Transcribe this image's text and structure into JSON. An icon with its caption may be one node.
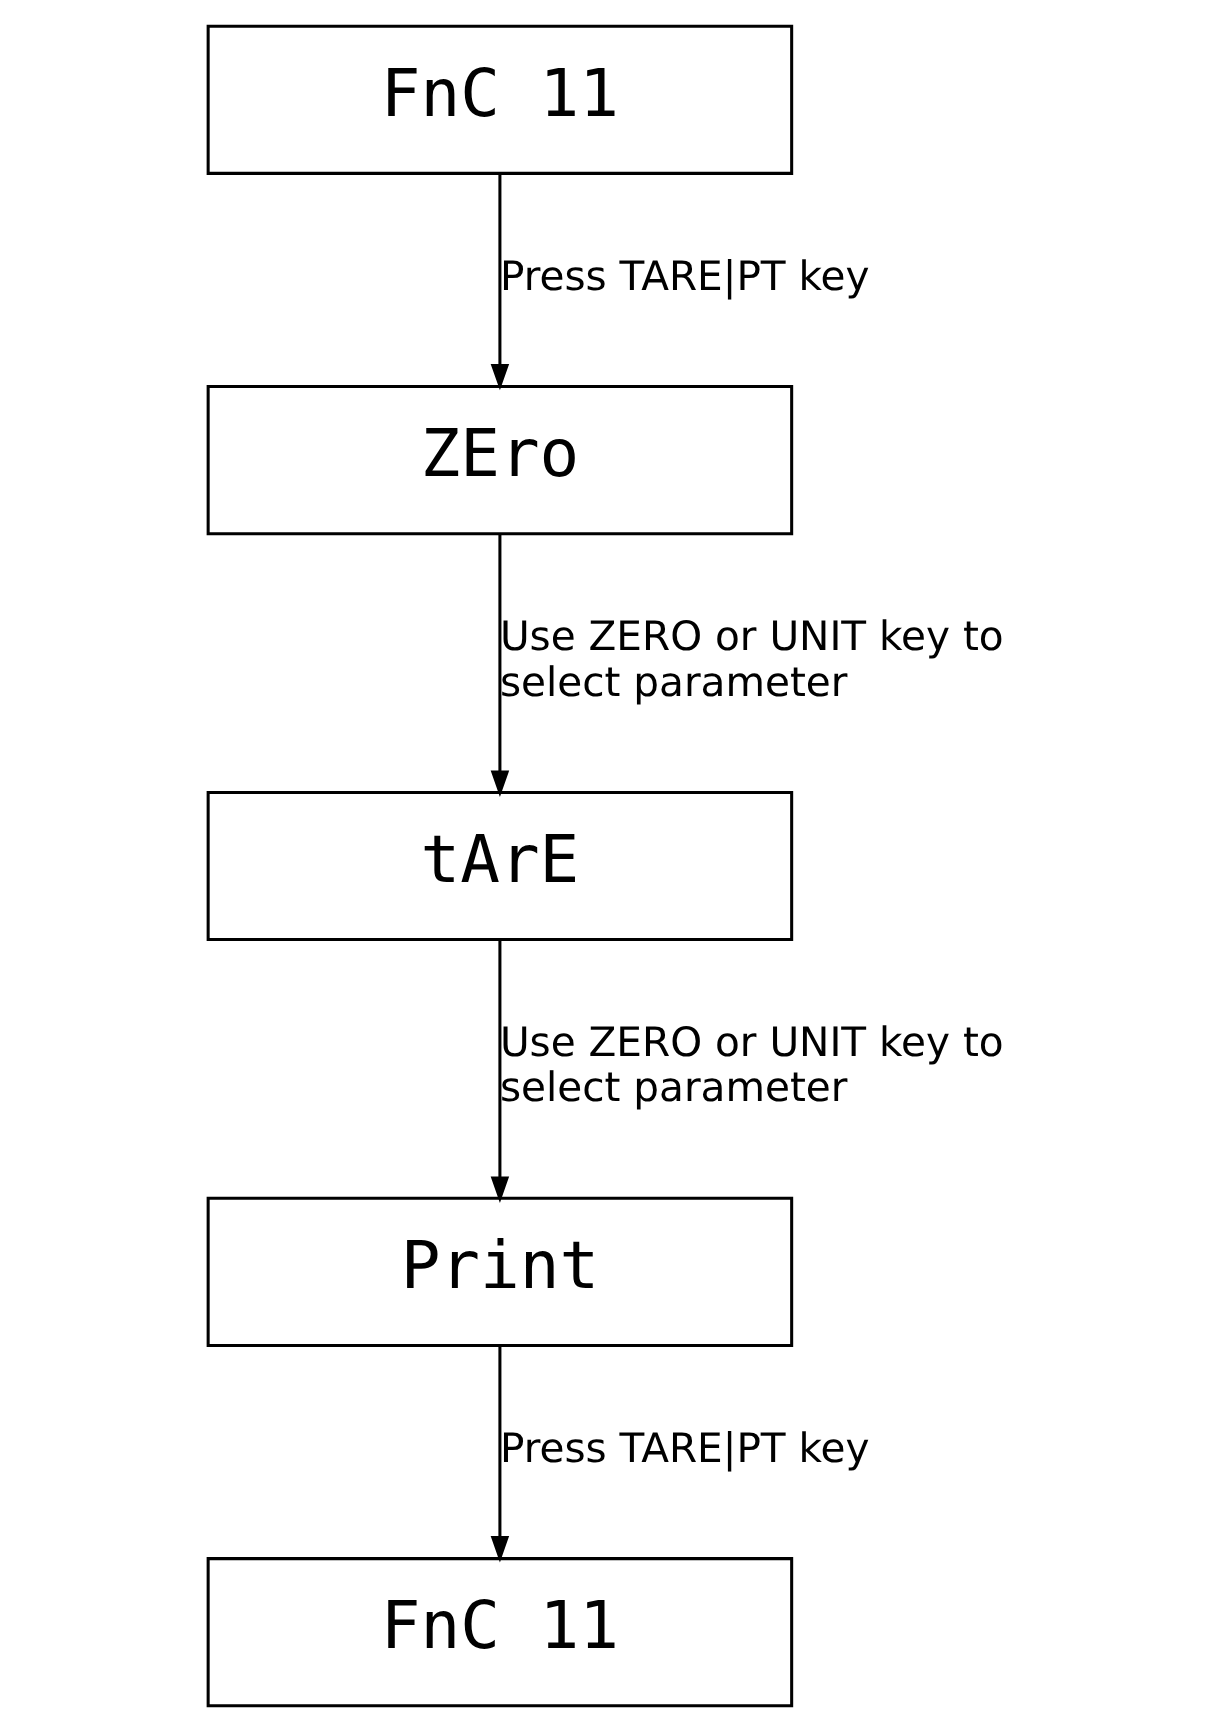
{
  "diagram": {
    "nodes": [
      {
        "text": [
          "FnC 11"
        ]
      },
      {
        "text": [
          "ZEro"
        ]
      },
      {
        "text": [
          "tArE"
        ]
      },
      {
        "text": [
          "Print"
        ]
      },
      {
        "text": [
          "FnC 11"
        ]
      }
    ],
    "edges": [
      {
        "from": 0,
        "to": 1,
        "arrow": "to",
        "label": "Press TARE|PT key"
      },
      {
        "from": 1,
        "to": 2,
        "arrow": "to",
        "label": "Use ZERO or UNIT key to select parameter"
      },
      {
        "from": 2,
        "to": 3,
        "arrow": "to",
        "label": "Use ZERO or UNIT key to select parameter"
      },
      {
        "from": 3,
        "to": 4,
        "arrow": "to",
        "label": "Press TARE|PT key"
      }
    ]
  }
}
